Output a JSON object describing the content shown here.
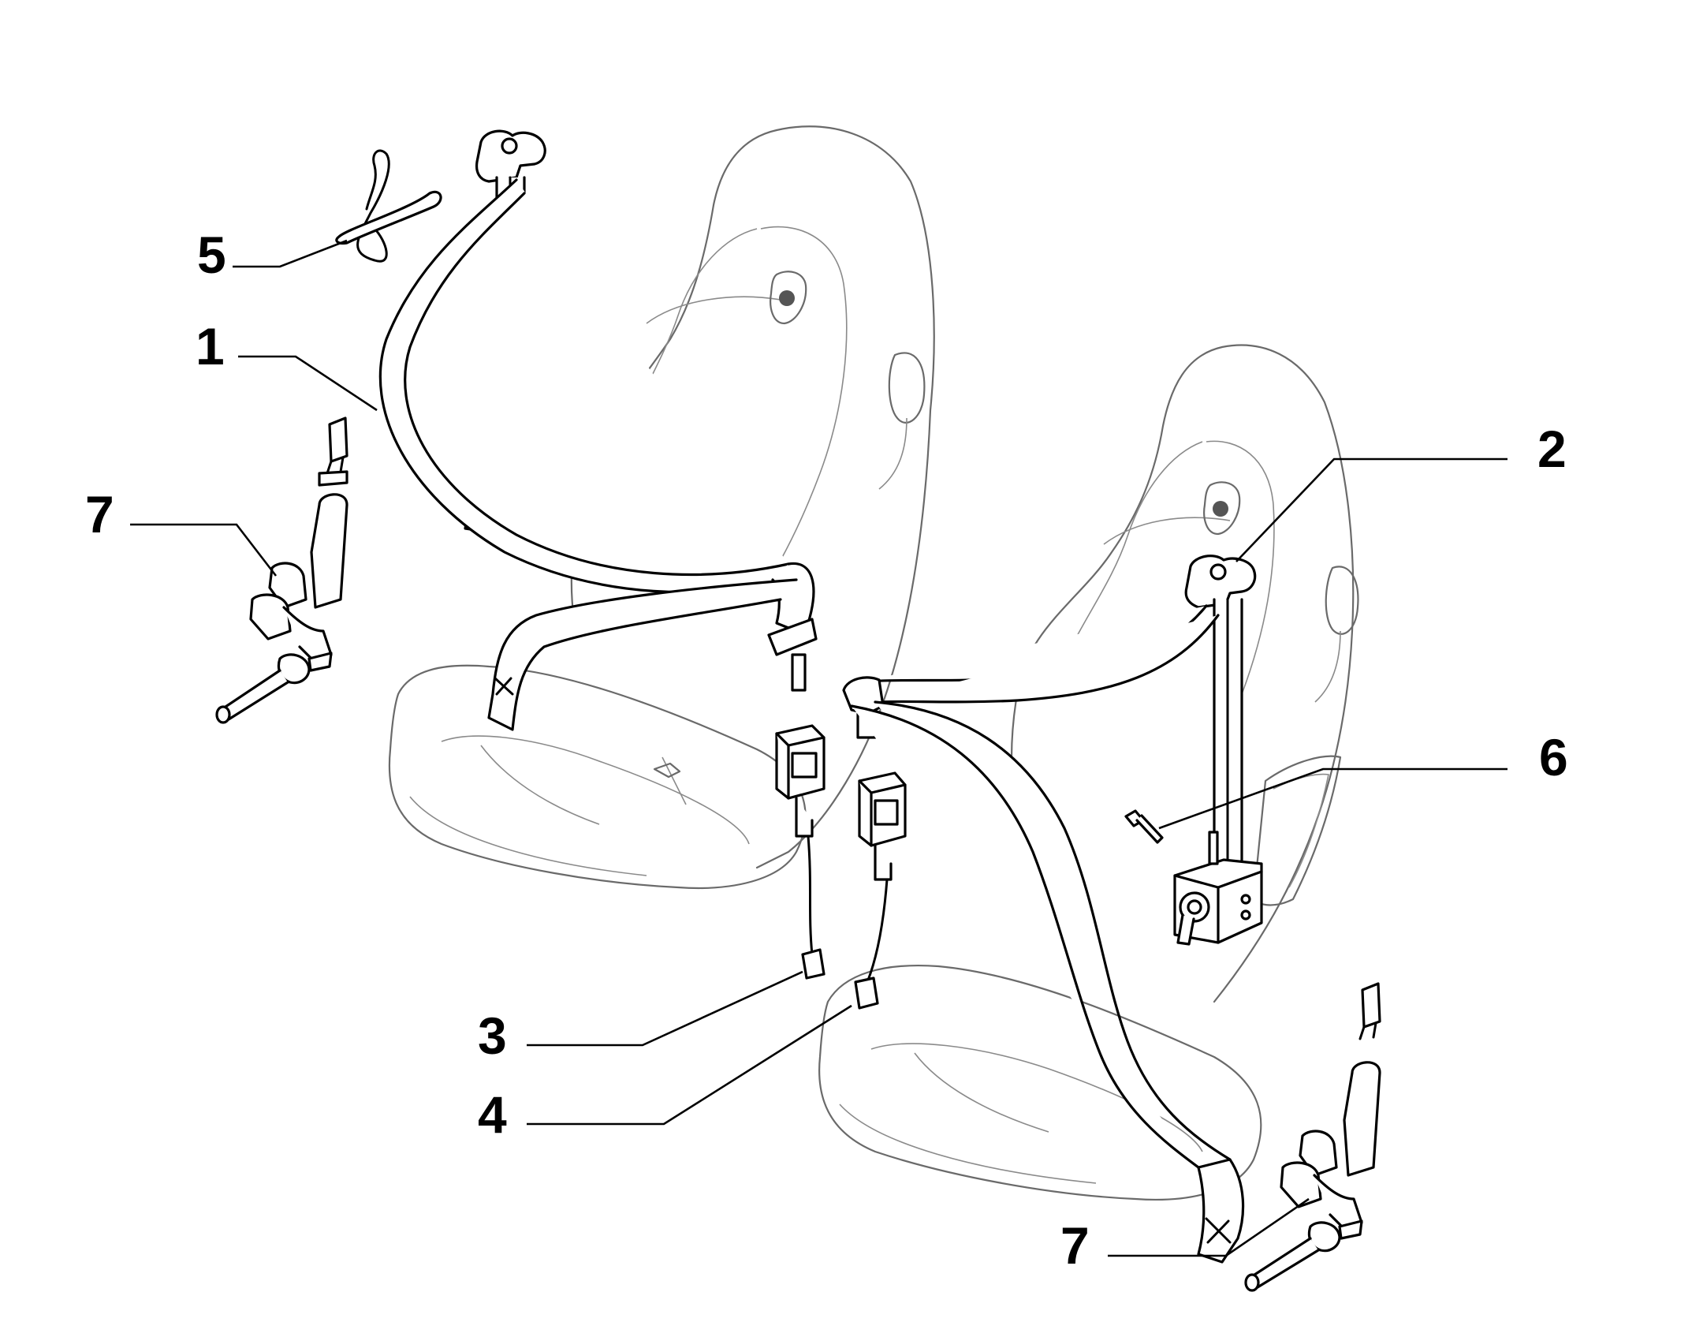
{
  "diagram": {
    "callouts": [
      {
        "id": "callout-1",
        "number": "1",
        "target": "seat-belt-left"
      },
      {
        "id": "callout-2",
        "number": "2",
        "target": "seat-belt-right"
      },
      {
        "id": "callout-3",
        "number": "3",
        "target": "buckle-left"
      },
      {
        "id": "callout-4",
        "number": "4",
        "target": "buckle-right"
      },
      {
        "id": "callout-5",
        "number": "5",
        "target": "clip"
      },
      {
        "id": "callout-6",
        "number": "6",
        "target": "bolt"
      },
      {
        "id": "callout-7a",
        "number": "7",
        "target": "anchor-left"
      },
      {
        "id": "callout-7b",
        "number": "7",
        "target": "anchor-right"
      }
    ]
  },
  "colors": {
    "line": "#000000",
    "seat_outline": "#6a6a6a",
    "background": "#ffffff"
  }
}
